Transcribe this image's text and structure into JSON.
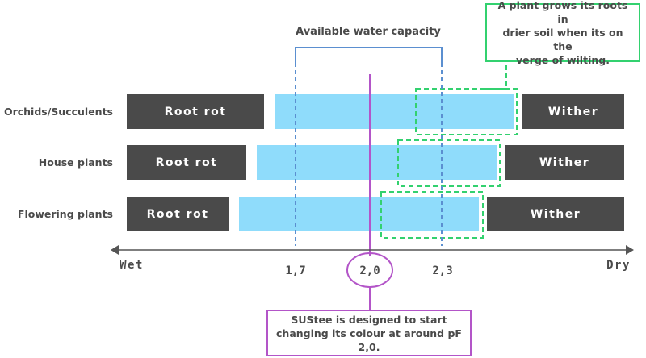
{
  "title": "Available water capacity",
  "rows": [
    {
      "label": "Orchids/Succulents",
      "left": "Root rot",
      "right": "Wither"
    },
    {
      "label": "House plants",
      "left": "Root rot",
      "right": "Wither"
    },
    {
      "label": "Flowering plants",
      "left": "Root rot",
      "right": "Wither"
    }
  ],
  "axis": {
    "wet": "Wet",
    "dry": "Dry",
    "ticks": [
      "1,7",
      "2,0",
      "2,3"
    ]
  },
  "callouts": {
    "roots": "A plant grows its roots in\ndrier soil when its on the\nverge of wilting.",
    "sustee": "SUStee is designed to start\nchanging its colour at around pF 2,0."
  },
  "colors": {
    "dark_box": "#4a4a4a",
    "water_bar": "#8fdcfb",
    "bracket": "#5b8fd0",
    "green_dash": "#33d16f",
    "purple": "#b355c8",
    "axis": "#555555"
  }
}
